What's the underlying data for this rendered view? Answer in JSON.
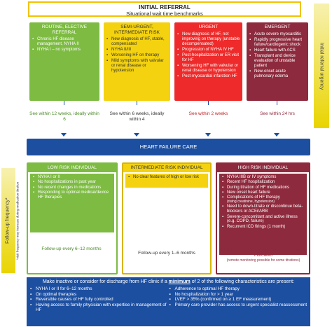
{
  "top": {
    "title": "INITIAL REFERRAL",
    "subtitle": "Situational wait time benchmarks",
    "urgency_label": "Initial referral urgency"
  },
  "columns": [
    {
      "heading": "ROUTINE, ELECTIVE REFERRAL",
      "items": [
        "Chronic HF disease management, NYHA II",
        "NYHA I – no symptoms"
      ],
      "see": "See within 12 weeks, ideally within 6",
      "color": "#7dbb42"
    },
    {
      "heading": "SEMI-URGENT, INTERMEDIATE RISK",
      "items": [
        "New diagnosis of HF, stable, compensated",
        "NYHA II/III",
        "Worsening HF on therapy",
        "Mild symptoms with valvular or renal disease or hypotension"
      ],
      "see": "See within 6 weeks, ideally within 4",
      "color": "#f4d20f"
    },
    {
      "heading": "URGENT",
      "items": [
        "New diagnosis of HF, not improving on therapy (unstable decompensated)",
        "Progression of NYHA IV HF",
        "Post-hospitalization or ER visit for HF",
        "Worsening HF with valvular or renal disease or hypotension",
        "Post-myocardial infarction HF"
      ],
      "see": "See within 2 weeks",
      "color": "#ee2a2a"
    },
    {
      "heading": "EMERGENT",
      "items": [
        "Acute severe myocarditis",
        "Rapidly progressive heart failure/cardiogenic shock",
        "Heart failure with ACS",
        "Transplant and device evaluation of unstable patient",
        "New-onset acute pulmonary edema"
      ],
      "see": "See within 24 hrs",
      "color": "#8e2a3d"
    }
  ],
  "hf_care": "HEART FAILURE CARE",
  "side": {
    "label": "Follow-up frequency*",
    "note": "*visit frequency may increase during medication titration"
  },
  "risk": [
    {
      "heading": "LOW RISK INDIVIDUAL",
      "items": [
        "NYHA I or II",
        "No hospitalizations in past year",
        "No recent changes in medications",
        "Responding to optimal medical/device HF therapies"
      ],
      "followup": "Follow-up every 6–12 months"
    },
    {
      "heading": "INTERMEDIATE RISK INDIVIDUAL",
      "items": [
        "No clear features of high or low risk"
      ],
      "followup": "Follow-up every 1–6 months"
    },
    {
      "heading": "HIGH RISK INDIVIDUAL",
      "items": [
        "NYHA IIIB or IV symptoms",
        "Recent HF hospitalization",
        "During titration of HF medications",
        "New onset heart failure",
        "Complications of HF therapy",
        "Need to down-titrate or discontinue beta-blockers or ACEi/ARB",
        "Severe-concomitant and active illness (e.g. COPD, failure)",
        "Recurrent ICD firings (1 month)"
      ],
      "sub": "(rising creatinine, hypotension)",
      "followup": "Follow-up every 1–4 weeks or as clinically indicated",
      "followup_note": "(remote monitoring possible for some titrations)"
    }
  ],
  "bottom": {
    "title_pre": "Make inactive or consider for discharge from HF clinic if a ",
    "title_em": "minimum",
    "title_post": " of 2 of the following characteristics are present:",
    "left": [
      "NYHA I or II for 6–12 months",
      "On optimal therapies",
      "Reversible causes of HF fully controlled",
      "Having access to family physician with expertise in management of HF"
    ],
    "right": [
      "Adherence to optimal HF therapy",
      "No hospitalization for > 1 year",
      "LVEF > 35% (confirmed on ≥ 1 EF measurement)",
      "Primary care provider has access to urgent specialist reassessment"
    ]
  }
}
